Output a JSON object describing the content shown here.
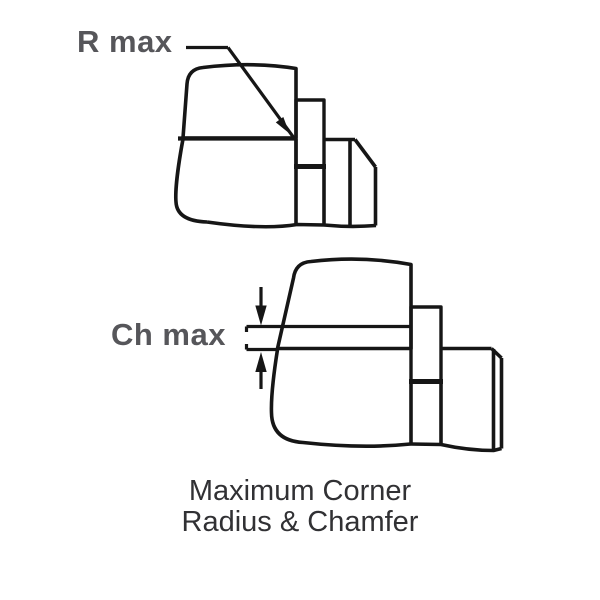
{
  "figure": {
    "radius_label": "R max",
    "chamfer_label": "Ch max",
    "caption_line1": "Maximum Corner",
    "caption_line2": "Radius & Chamfer"
  },
  "colors": {
    "line": "#161616",
    "label_text": "#56565a",
    "caption_text": "#313134",
    "background": "#ffffff"
  }
}
